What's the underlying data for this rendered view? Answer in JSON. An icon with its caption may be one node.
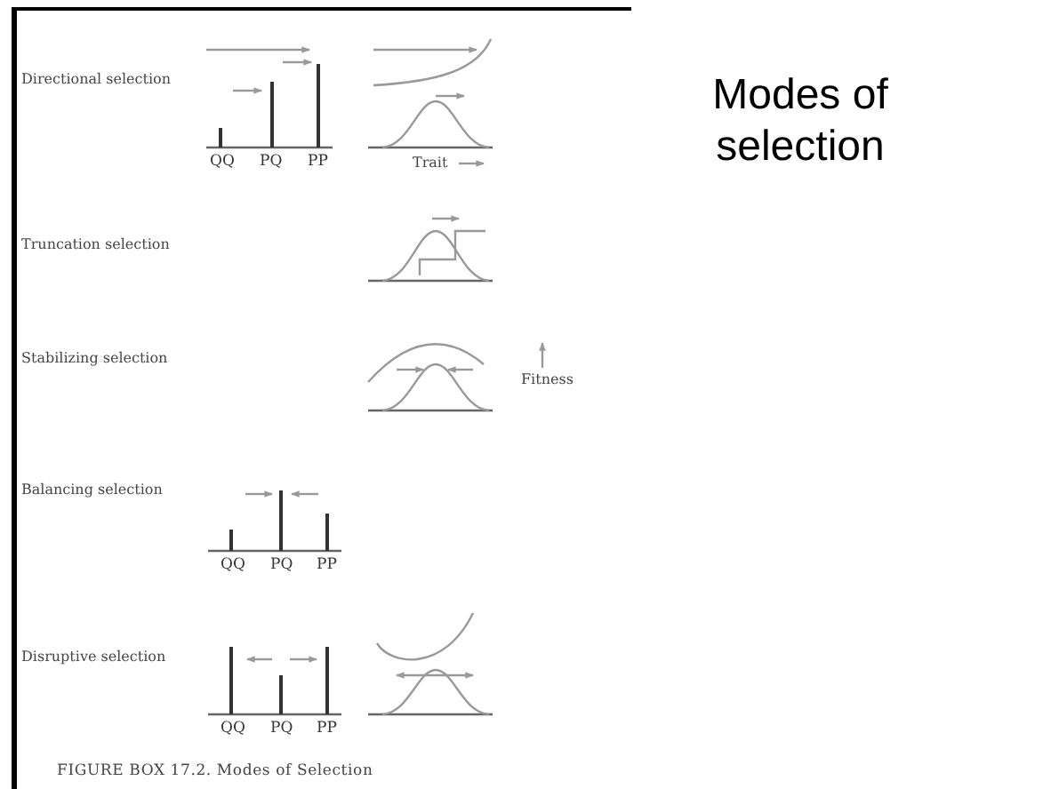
{
  "diagram": {
    "title": "Modes of selection",
    "caption": "FIGURE BOX 17.2. Modes of Selection",
    "labels": [
      "Directional selection",
      "QQ",
      "PQ",
      "PP",
      "Trait",
      "Truncation selection",
      "Stabilizing selection",
      "Fitness",
      "Balancing selection",
      "QQ",
      "PQ",
      "PP",
      "Disruptive selection",
      "QQ",
      "PQ",
      "PP"
    ]
  }
}
